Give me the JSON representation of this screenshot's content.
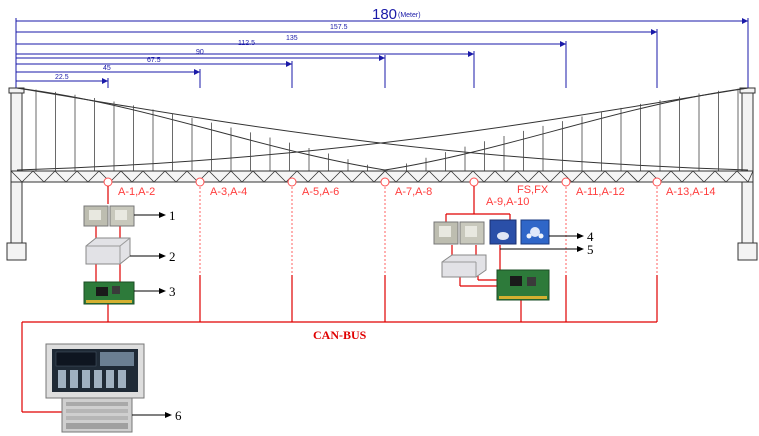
{
  "span": {
    "total_label": "180",
    "unit_label": "(Meter)",
    "dimension_labels": [
      "157.5",
      "135",
      "112.5",
      "90",
      "67.5",
      "45",
      "22.5"
    ]
  },
  "sensors": [
    "A-1,A-2",
    "A-3,A-4",
    "A-5,A-6",
    "A-7,A-8",
    "FS,FX",
    "A-9,A-10",
    "A-11,A-12",
    "A-13,A-14"
  ],
  "callouts": [
    "1",
    "2",
    "3",
    "4",
    "5",
    "6"
  ],
  "bus": {
    "label": "CAN-BUS"
  },
  "colors": {
    "dimension": "#1a1aa8",
    "bus": "#e00000",
    "sensor": "#ff3c3c",
    "bridge": "#222222"
  }
}
